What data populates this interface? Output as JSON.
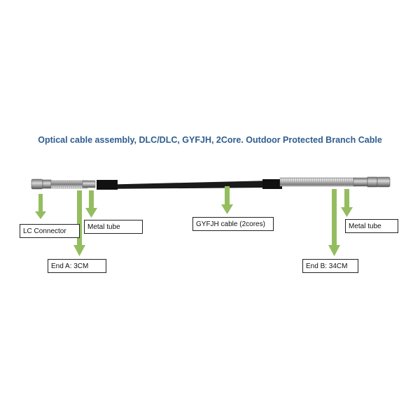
{
  "title": "Optical cable assembly, DLC/DLC, GYFJH, 2Core. Outdoor Protected Branch Cable",
  "labels": {
    "lc_connector": "LC Connector",
    "metal_tube_left": "Metal  tube",
    "gyfjh_cable": "GYFJH  cable (2cores)",
    "metal_tube_right": "Metal  tube",
    "end_a": "End A: 3CM",
    "end_b": "End B: 34CM"
  },
  "colors": {
    "title": "#2f5d8f",
    "arrow": "#94bd60",
    "cable": "#1a1a1a",
    "metal": "#b8b8b8"
  }
}
